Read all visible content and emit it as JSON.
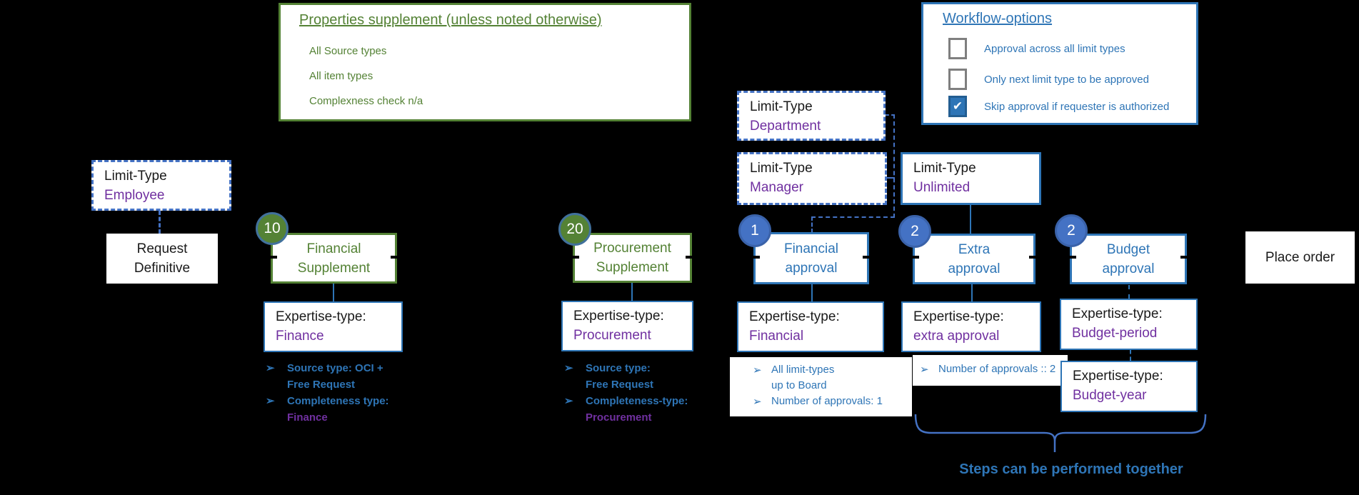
{
  "colors": {
    "green": "#548235",
    "blue": "#2E75B6",
    "circle_blue": "#4472C4",
    "purple": "#7030A0"
  },
  "bullet_icon": "➢",
  "properties_panel": {
    "title": "Properties supplement (unless noted otherwise)",
    "items": [
      "All Source types",
      "All item types",
      "Complexness check n/a"
    ]
  },
  "workflow_panel": {
    "title": "Workflow-options",
    "check_icon": "✔",
    "options": [
      {
        "label": "Approval across all limit types",
        "checked": false
      },
      {
        "label": "Only next limit type to be approved",
        "checked": false
      },
      {
        "label": "Skip approval if requester is authorized",
        "checked": true
      }
    ]
  },
  "nodes": {
    "limit_employee": {
      "label": "Limit-Type",
      "value": "Employee"
    },
    "limit_department": {
      "label": "Limit-Type",
      "value": "Department"
    },
    "limit_manager": {
      "label": "Limit-Type",
      "value": "Manager"
    },
    "limit_unlimited": {
      "label": "Limit-Type",
      "value": "Unlimited"
    },
    "request_definitive": {
      "line1": "Request",
      "line2": "Definitive"
    },
    "financial_supplement": {
      "badge": "10",
      "line1": "Financial",
      "line2": "Supplement"
    },
    "procurement_supplement": {
      "badge": "20",
      "line1": "Procurement",
      "line2": "Supplement"
    },
    "financial_approval": {
      "badge": "1",
      "line1": "Financial",
      "line2": "approval"
    },
    "extra_approval": {
      "badge": "2",
      "line1": "Extra",
      "line2": "approval"
    },
    "budget_approval": {
      "badge": "2",
      "line1": "Budget",
      "line2": "approval"
    },
    "place_order": {
      "label": "Place order"
    },
    "expertise_finance": {
      "label": "Expertise-type:",
      "value": "Finance"
    },
    "expertise_procurement": {
      "label": "Expertise-type:",
      "value": "Procurement"
    },
    "expertise_financial": {
      "label": "Expertise-type:",
      "value": "Financial"
    },
    "expertise_extra": {
      "label": "Expertise-type:",
      "value": "extra approval"
    },
    "expertise_budget_period": {
      "label": "Expertise-type:",
      "value": "Budget-period"
    },
    "expertise_budget_year": {
      "label": "Expertise-type:",
      "value": "Budget-year"
    }
  },
  "notes": {
    "finance": {
      "b1_line1": "Source type: OCI +",
      "b1_line2": "Free Request",
      "b2_line1": "Completeness type:",
      "b2_line2": "Finance"
    },
    "procurement": {
      "b1_line1": "Source type:",
      "b1_line2": "Free Request",
      "b2_line1": "Completeness-type:",
      "b2_line2": "Procurement"
    },
    "financial_approval": {
      "b1_line1": "All limit-types",
      "b1_line2": "up to Board",
      "b2_line1": "Number of approvals: 1"
    },
    "extra_approval": {
      "b1_line1": "Number of approvals :: 2"
    }
  },
  "brace_label": "Steps can be performed together"
}
